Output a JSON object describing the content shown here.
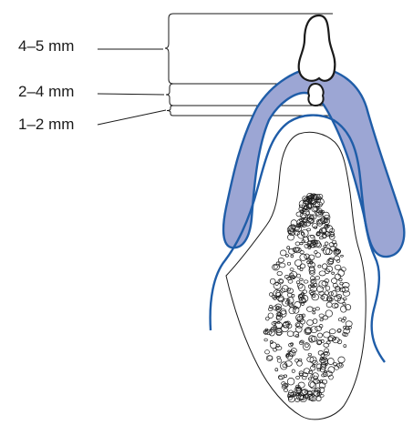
{
  "labels": {
    "crown_region": "4–5 mm",
    "middle_region": "2–4 mm",
    "base_region": "1–2 mm"
  },
  "colors": {
    "outline": "#1a1a1a",
    "membrane_stroke": "#1f5da8",
    "membrane_fill": "#9ca6d4"
  }
}
